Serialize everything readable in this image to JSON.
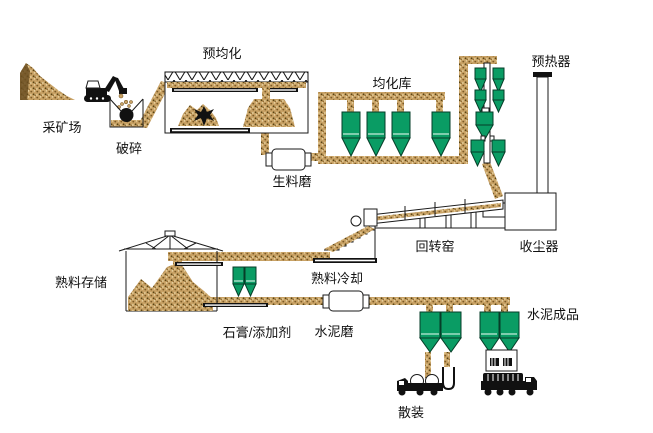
{
  "colors": {
    "material": "#C9A265",
    "material_dark": "#6B4F22",
    "equipment_green": "#0A9C64",
    "outline": "#1A1A1A",
    "background": "#FFFFFF"
  },
  "stations": {
    "mining": {
      "label": "采矿场"
    },
    "crushing": {
      "label": "破碎"
    },
    "prehomogenization": {
      "label": "预均化"
    },
    "raw_mill": {
      "label": "生料磨"
    },
    "homogenization_silos": {
      "label": "均化库"
    },
    "preheater": {
      "label": "预热器"
    },
    "rotary_kiln": {
      "label": "回转窑"
    },
    "dust_collector": {
      "label": "收尘器"
    },
    "clinker_storage": {
      "label": "熟料存储"
    },
    "clinker_cooling": {
      "label": "熟料冷却"
    },
    "gypsum_additives": {
      "label": "石膏/添加剂"
    },
    "cement_mill": {
      "label": "水泥磨"
    },
    "cement_product": {
      "label": "水泥成品"
    },
    "bulk_loading": {
      "label": "散装"
    }
  }
}
